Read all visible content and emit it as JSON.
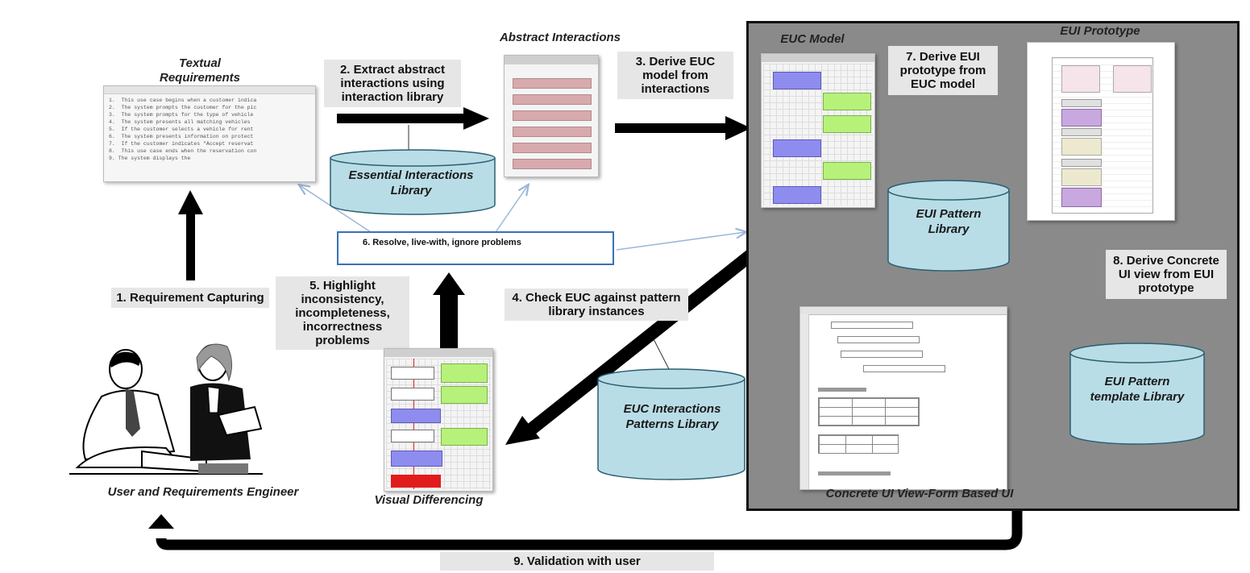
{
  "titles": {
    "textual_requirements": "Textual Requirements",
    "abstract_interactions": "Abstract Interactions",
    "euc_model": "EUC Model",
    "eui_prototype": "EUI Prototype",
    "user_engineer": "User and Requirements Engineer",
    "visual_differencing": "Visual Differencing",
    "concrete_ui": "Concrete UI View-Form Based UI"
  },
  "steps": {
    "s1": "1. Requirement Capturing",
    "s2": "2. Extract abstract interactions using interaction library",
    "s3": "3. Derive EUC model from interactions",
    "s4": "4. Check EUC against pattern library instances",
    "s5": "5. Highlight inconsistency, incompleteness, incorrectness problems",
    "s6": "6. Resolve, live-with, ignore problems",
    "s7": "7. Derive EUI prototype from EUC model",
    "s8": "8. Derive Concrete UI view from EUI prototype",
    "s9": "9. Validation with user"
  },
  "databases": {
    "essential": "Essential Interactions Library",
    "euc_patterns": "EUC Interactions Patterns Library",
    "eui_pattern": "EUI Pattern Library",
    "eui_template": "EUI Pattern template Library"
  },
  "colors": {
    "db_fill": "#b9dde6",
    "panel": "#8a8a8a",
    "arrow": "#000000",
    "resolve_border": "#3b6fb5",
    "pink": "#d8a9ad",
    "green": "#b6f27a",
    "blue": "#8f8cf0",
    "red": "#e21b1b",
    "purple": "#c8a8de"
  }
}
